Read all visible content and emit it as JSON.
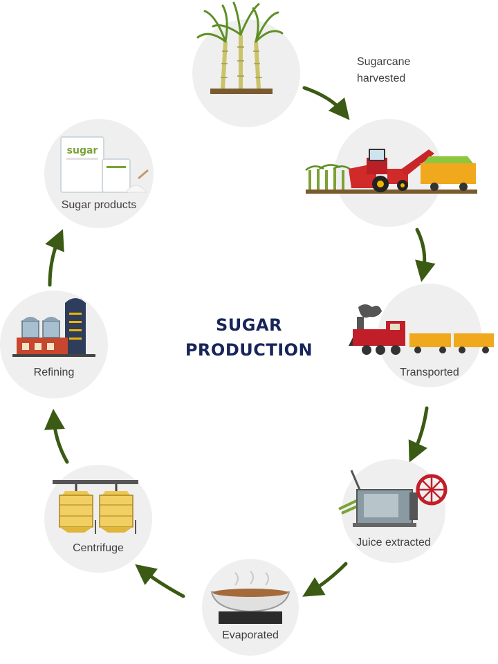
{
  "title_line1": "SUGAR",
  "title_line2": "PRODUCTION",
  "arrow_color": "#3b5a14",
  "steps": {
    "harvested": {
      "label": "Sugarcane harvested",
      "line1": "Sugarcane",
      "line2": "harvested",
      "icon": "sugarcane-plants-icon"
    },
    "loading": {
      "label": "",
      "icon": "harvester-truck-icon"
    },
    "transported": {
      "label": "Transported",
      "icon": "steam-train-icon"
    },
    "juice": {
      "label": "Juice extracted",
      "icon": "cane-press-icon"
    },
    "evaporated": {
      "label": "Evaporated",
      "icon": "boiling-pan-icon"
    },
    "centrifuge": {
      "label": "Centrifuge",
      "icon": "centrifuge-tanks-icon"
    },
    "refining": {
      "label": "Refining",
      "icon": "refinery-factory-icon"
    },
    "products": {
      "label": "Sugar products",
      "icon": "sugar-bags-icon",
      "bag_text": "sugar"
    }
  }
}
